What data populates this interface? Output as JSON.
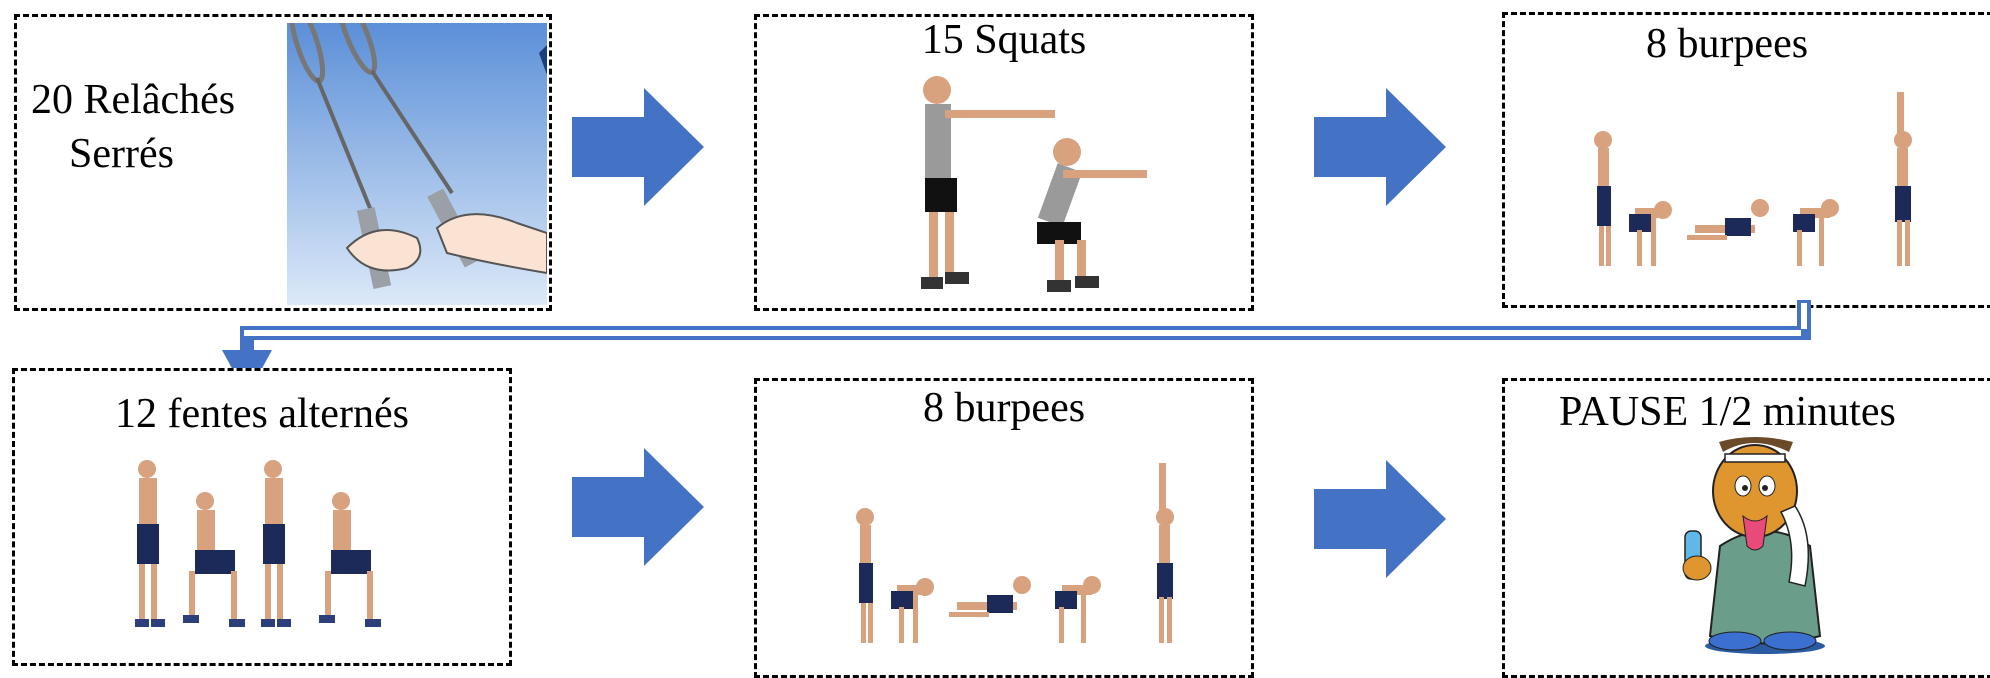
{
  "colors": {
    "arrow_fill": "#4472C4",
    "border": "#000000",
    "background": "#FFFFFF"
  },
  "steps": [
    {
      "line1": "20 Relâchés",
      "line2": "Serrés",
      "image": "badminton-racket-grip-icon"
    },
    {
      "label": "15 Squats",
      "image": "squat-figure-icon"
    },
    {
      "label": "8 burpees",
      "image": "burpee-sequence-icon"
    },
    {
      "label": "12 fentes alternés",
      "image": "lunge-sequence-icon"
    },
    {
      "label": "8 burpees",
      "image": "burpee-sequence-icon"
    },
    {
      "label": "PAUSE 1/2 minutes",
      "image": "tired-man-water-bottle-icon"
    }
  ]
}
